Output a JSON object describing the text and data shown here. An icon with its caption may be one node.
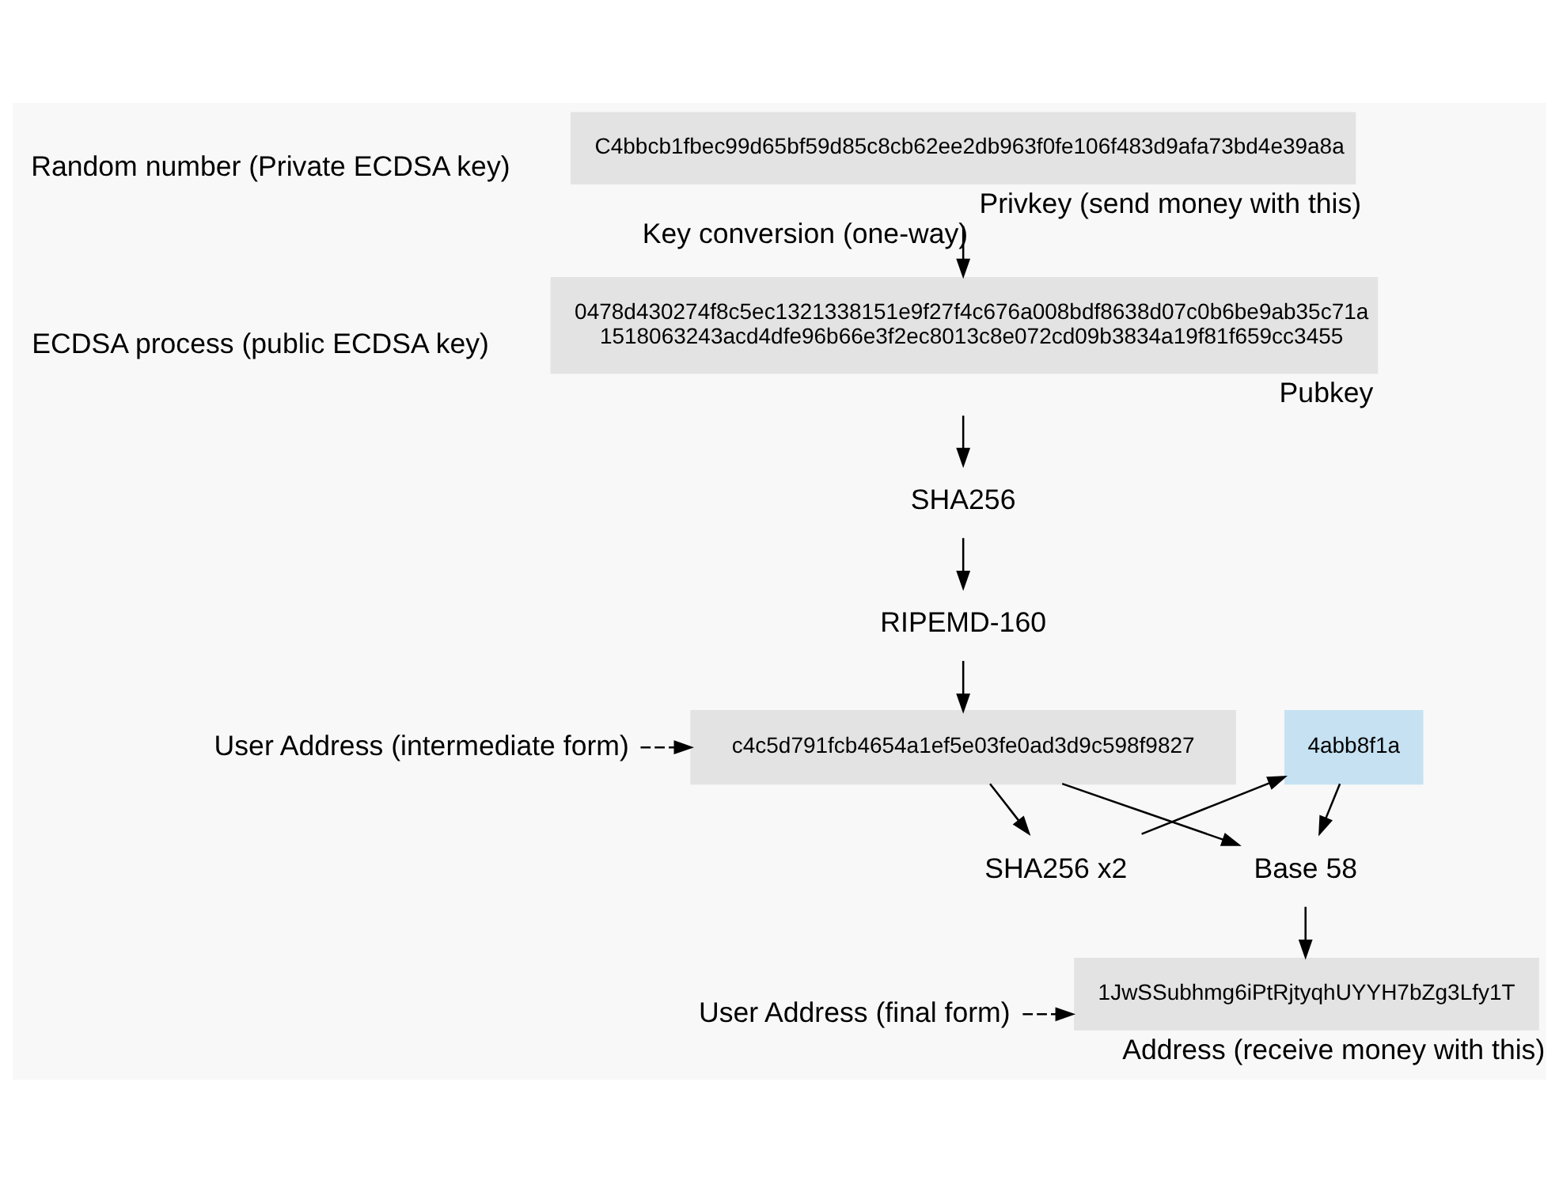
{
  "diagram": {
    "nodes": [
      {
        "text": [
          "C4bbcb1fbec99d65bf59d85c8cb62ee2db963f0fe106f483d9afa73bd4e39a8a"
        ],
        "beside": [
          "Privkey (send money with this)"
        ]
      },
      {
        "text": [
          "0478d430274f8c5ec1321338151e9f27f4c676a008bdf8638d07c0b6be9ab35c71a 1518063243acd4dfe96b66e3f2ec8013c8e072cd09b3834a19f81f659cc3455"
        ],
        "beside": [
          "Pubkey"
        ]
      },
      {
        "text": [
          "SHA256"
        ]
      },
      {
        "text": [
          "RIPEMD-160"
        ]
      },
      {
        "text": [
          "User Address (intermediate form)"
        ]
      },
      {
        "text": [
          "c4c5d791fcb4654a1ef5e03fe0ad3d9c598f9827"
        ]
      },
      {
        "text": [
          "4abb8f1a"
        ]
      },
      {
        "text": [
          "SHA256 x2"
        ]
      },
      {
        "text": [
          "Base 58"
        ]
      },
      {
        "text": [
          "User Address (final form)"
        ]
      },
      {
        "text": [
          "1JwSSubhmg6iPtRjtyqhUYYH7bZg3Lfy1T"
        ],
        "beside": [
          "Address (receive money with this)"
        ]
      }
    ],
    "edges": [
      {
        "from": 0,
        "to": 1,
        "arrow": "to",
        "label": "Key conversion (one-way)"
      },
      {
        "from": 1,
        "to": 2,
        "arrow": "to"
      },
      {
        "from": 2,
        "to": 3,
        "arrow": "to"
      },
      {
        "from": 3,
        "to": 5,
        "arrow": "to"
      },
      {
        "from": 4,
        "to": 5,
        "arrow": "to",
        "style": "dashed"
      },
      {
        "from": 5,
        "to": 7,
        "arrow": "to"
      },
      {
        "from": 7,
        "to": 6,
        "arrow": "to"
      },
      {
        "from": 5,
        "to": 8,
        "arrow": "to"
      },
      {
        "from": 6,
        "to": 8,
        "arrow": "to"
      },
      {
        "from": 8,
        "to": 10,
        "arrow": "to"
      },
      {
        "from": 9,
        "to": 10,
        "arrow": "to",
        "style": "dashed"
      }
    ],
    "labels": [
      "Random number (Private ECDSA key)",
      "ECDSA process (public ECDSA key)"
    ]
  }
}
